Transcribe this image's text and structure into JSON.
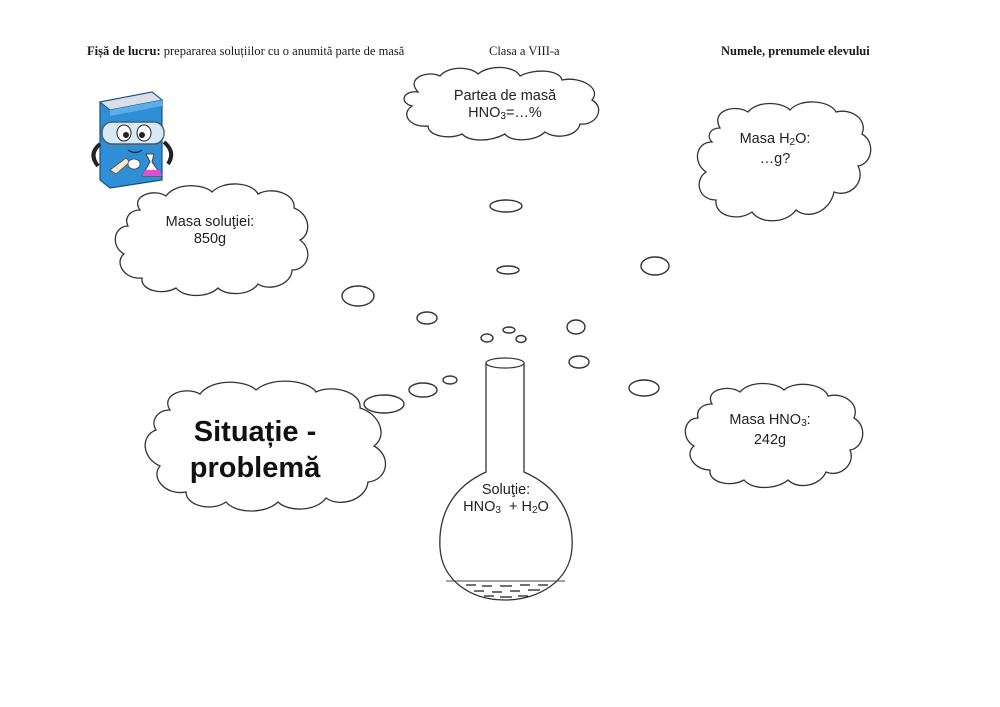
{
  "header": {
    "worksheet_label": "Fișă de lucru:",
    "worksheet_topic": "prepararea soluțiilor cu o anumită parte de masă",
    "class": "Clasa a VIII-a",
    "student_name": "Numele, prenumele elevului"
  },
  "mascot": {
    "icon": "book-scientist-mascot-icon",
    "colors": {
      "book": "#2e8fd6",
      "liquid": "#e04fd0"
    }
  },
  "clouds": {
    "mass_fraction": {
      "line1": "Partea de masă",
      "line2_prefix": "HNO",
      "line2_sub": "3",
      "line2_suffix": "=…%"
    },
    "water_mass": {
      "line1_prefix": "Masa H",
      "line1_sub": "2",
      "line1_suffix": "O:",
      "line2": "…g?"
    },
    "solution_mass": {
      "line1": "Masa soluţiei:",
      "line2": "850g"
    },
    "problem": {
      "line1": "Situație -",
      "line2": "problemă"
    },
    "acid_mass": {
      "line1_prefix": "Masa HNO",
      "line1_sub": "3",
      "line1_suffix": ":",
      "line2": "242g"
    }
  },
  "flask": {
    "label": "Soluţie:",
    "formula_a": "HNO",
    "formula_a_sub": "3",
    "plus": "+ H",
    "formula_b_sub": "2",
    "formula_b_suffix": "O"
  }
}
